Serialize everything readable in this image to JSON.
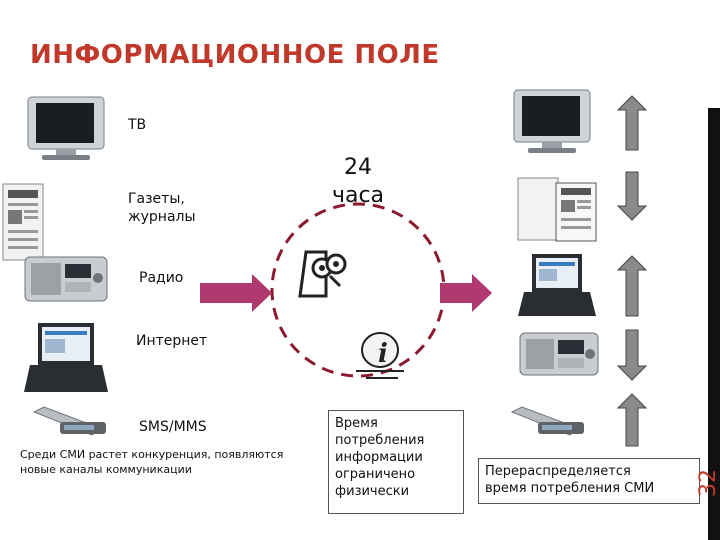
{
  "title": "ИНФОРМАЦИОННОЕ ПОЛЕ",
  "media": {
    "tv": "ТВ",
    "press_line1": "Газеты,",
    "press_line2": "журналы",
    "radio": "Радио",
    "internet": "Интернет",
    "sms": "SMS/MMS"
  },
  "hours": {
    "line1": "24",
    "line2": "часа"
  },
  "note_left": "Среди СМИ растет конкуренция, появляются новые каналы коммуникации",
  "note_center": [
    "Время",
    "потребления",
    "информации",
    "ограничено",
    "физически"
  ],
  "note_right": [
    "Перераспределяется",
    "время потребления СМИ"
  ],
  "page_number": "32",
  "colors": {
    "title": "#c0392b",
    "arrow": "#b03a6f",
    "circle": "#8b1a2e",
    "up_down_arrow": "#8a8a8a"
  },
  "icons": [
    "tv-icon",
    "newspaper-icon",
    "radio-icon",
    "laptop-icon",
    "phone-icon",
    "person-icon",
    "info-icon"
  ]
}
